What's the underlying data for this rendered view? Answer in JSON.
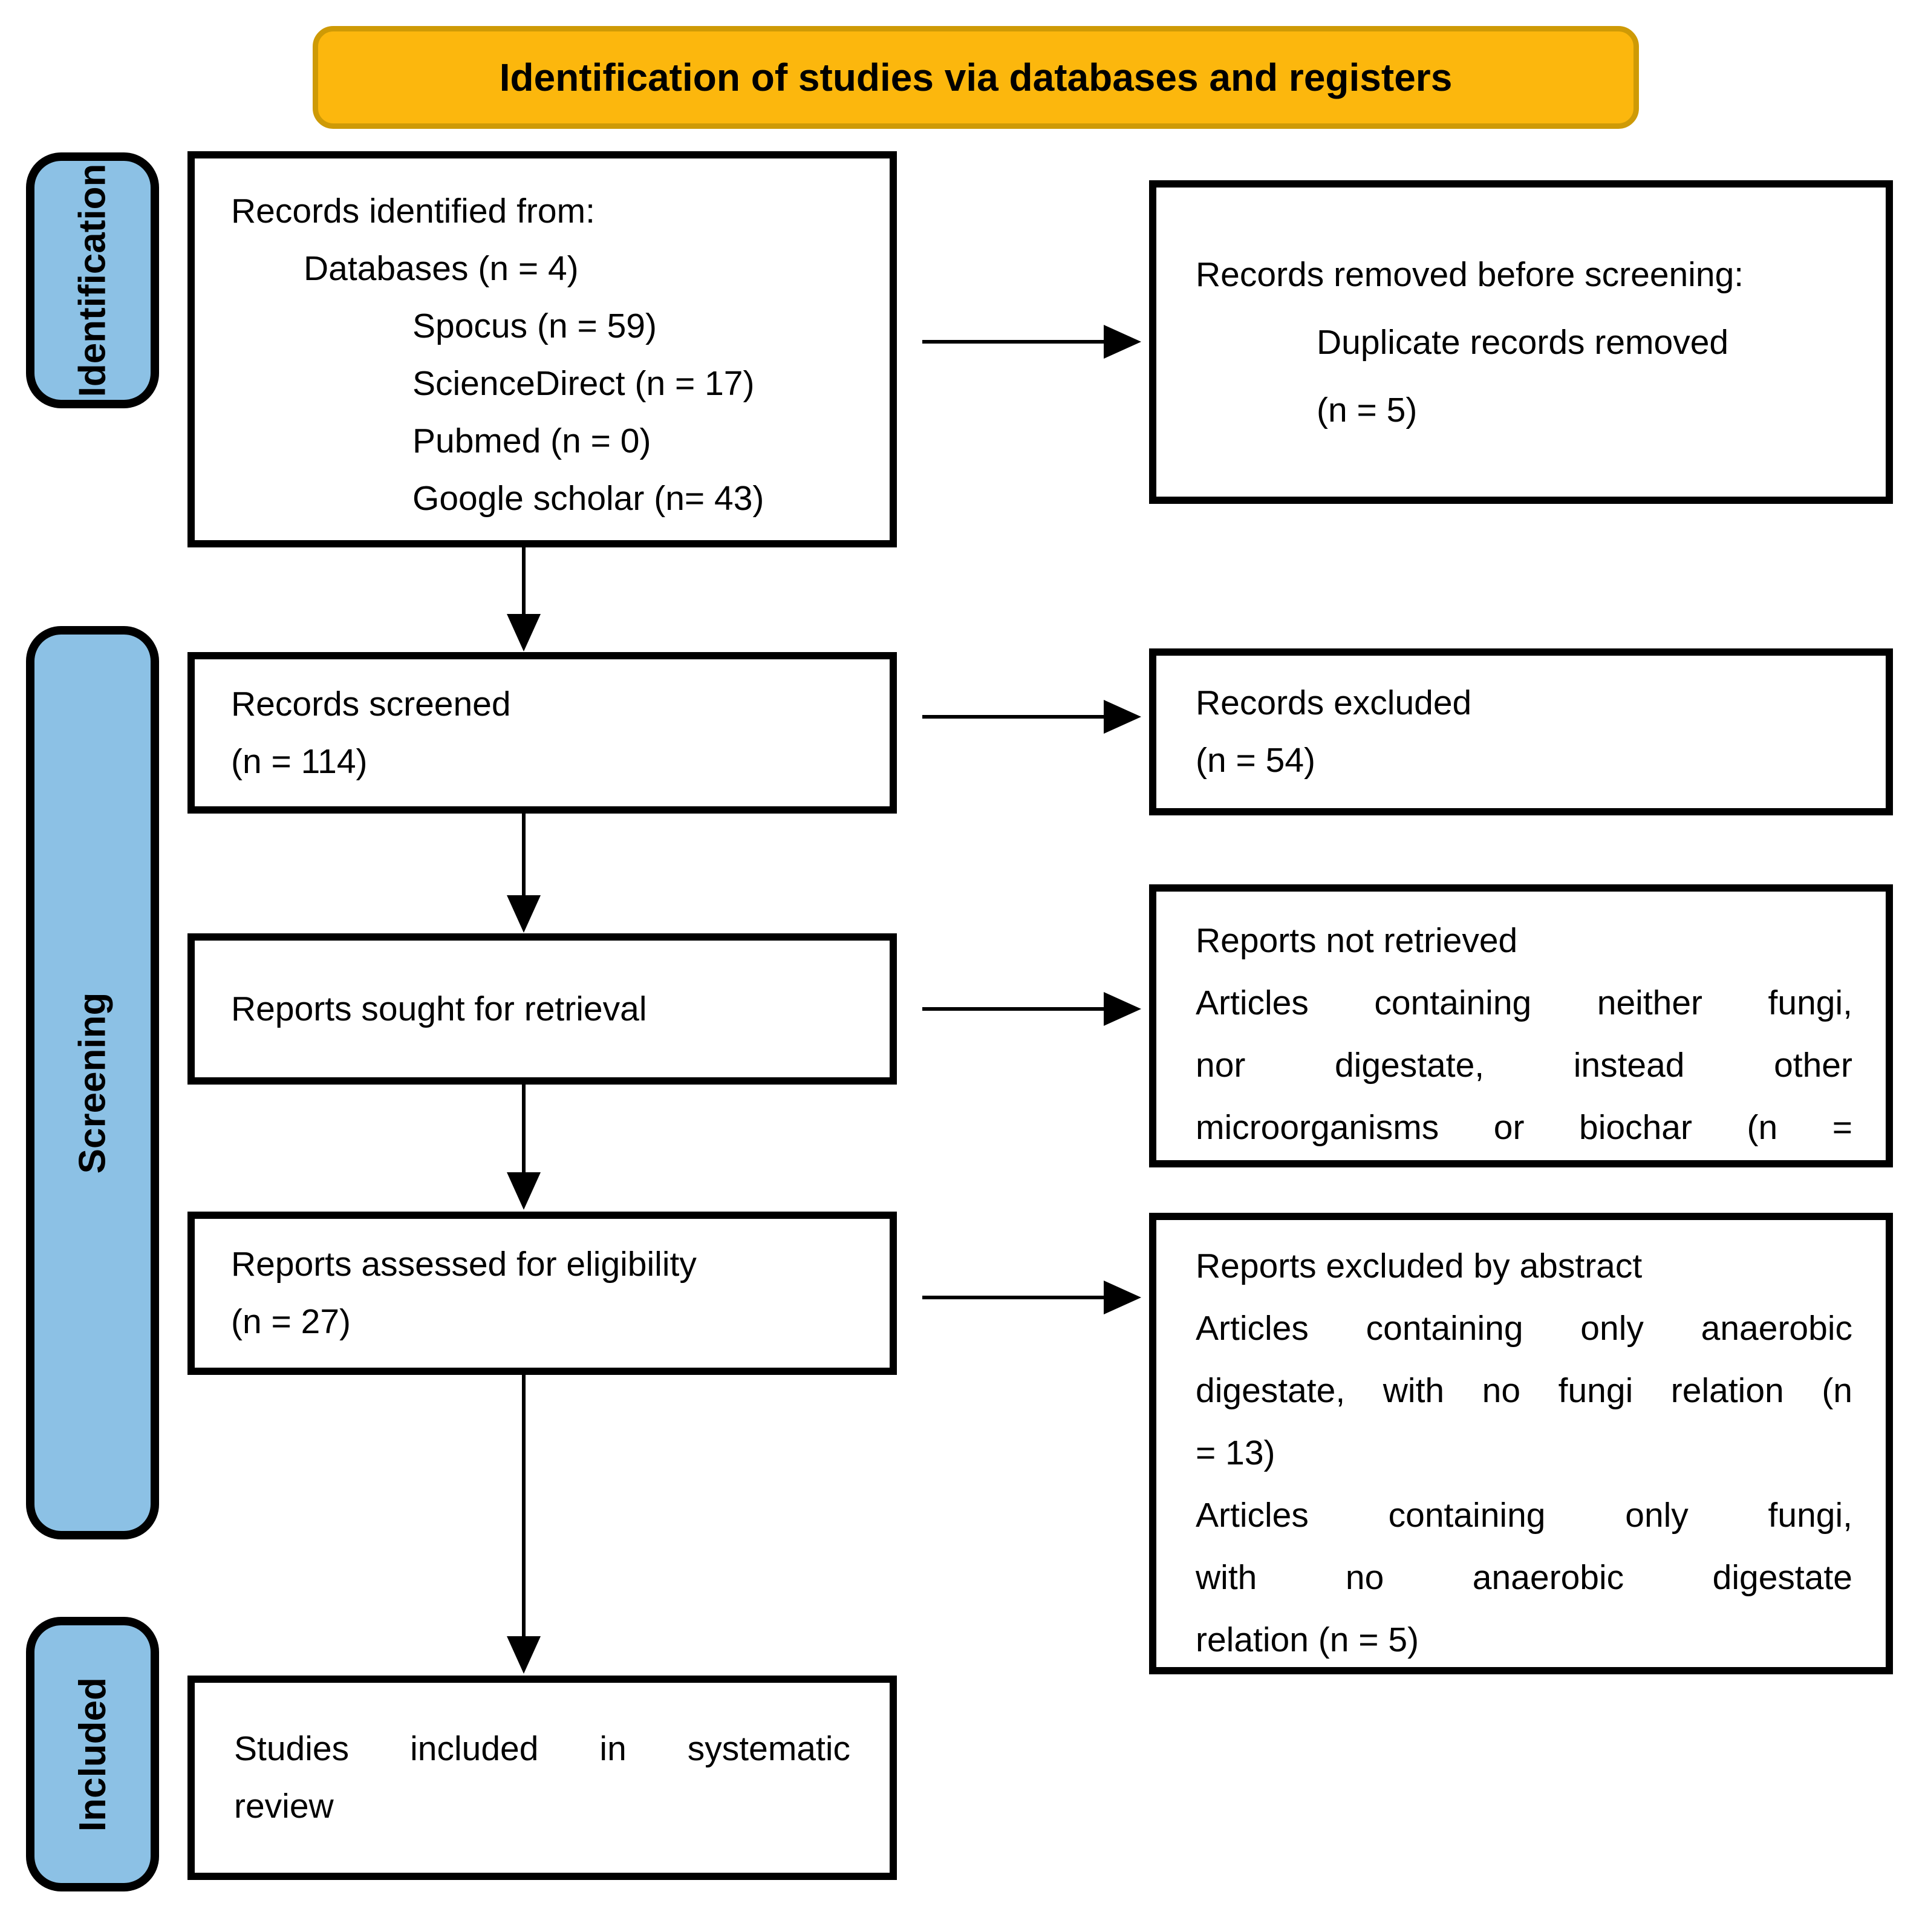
{
  "banner": {
    "title": "Identification of studies via databases and registers"
  },
  "sidebar": {
    "identification": "Identification",
    "screening": "Screening",
    "included": "Included"
  },
  "boxes": {
    "records_identified": {
      "lines": [
        "Records identified from:",
        "Databases (n = 4)",
        "Spocus (n = 59)",
        "ScienceDirect (n = 17)",
        "Pubmed (n = 0)",
        "Google scholar (n= 43)"
      ]
    },
    "records_removed": {
      "lines": [
        "Records removed before screening:",
        "Duplicate records removed",
        "(n = 5)"
      ]
    },
    "records_screened": {
      "lines": [
        "Records screened",
        "(n = 114)"
      ]
    },
    "records_excluded": {
      "lines": [
        "Records excluded",
        "(n = 54)"
      ]
    },
    "reports_sought": {
      "lines": [
        "Reports sought for retrieval"
      ]
    },
    "reports_not_retrieved": {
      "lines": [
        "Reports not retrieved",
        "Articles containing neither fungi,",
        "nor digestate, instead other",
        "microorganisms or biochar (n ="
      ]
    },
    "reports_assessed": {
      "lines": [
        "Reports assessed for eligibility",
        "(n = 27)"
      ]
    },
    "reports_excluded_abstract": {
      "lines": [
        "Reports excluded by abstract",
        "Articles containing only anaerobic",
        "digestate, with no fungi relation (n",
        "= 13)",
        "Articles containing only fungi,",
        "with no anaerobic digestate",
        "relation (n = 5)"
      ]
    },
    "studies_included": {
      "lines": [
        "Studies included in systematic",
        "review"
      ]
    }
  },
  "colors": {
    "banner_fill": "#FCB70D",
    "banner_border": "#CE9A06",
    "sidebar_fill": "#8CC1E5",
    "box_border": "#000000",
    "arrow": "#000000"
  }
}
